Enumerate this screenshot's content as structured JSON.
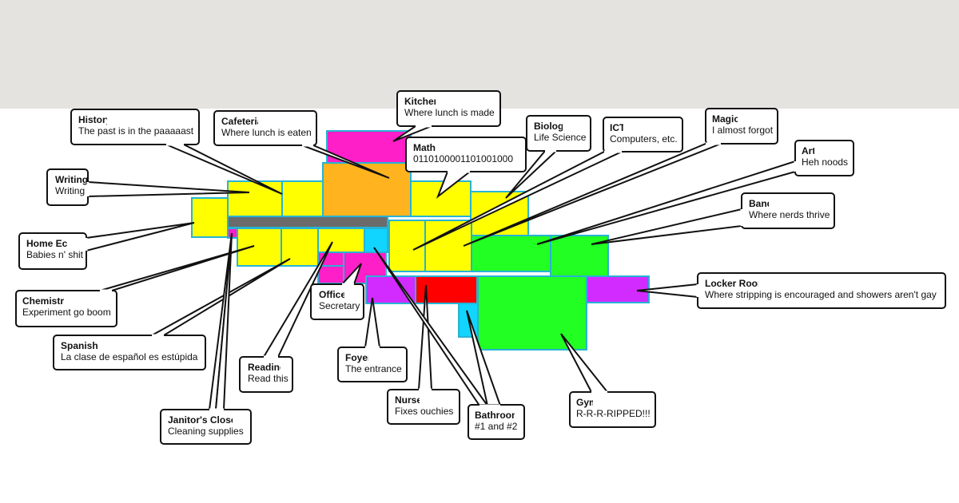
{
  "colors": {
    "yellow": "#ffff00",
    "orange": "#ffb31f",
    "magenta": "#ff1fc8",
    "purple": "#d22bff",
    "green": "#22ff22",
    "red": "#ff0000",
    "cyan": "#11d4ff",
    "hallway": "#6b6b6b",
    "room_border": "#27b3d4",
    "band": "#e4e3df"
  },
  "rooms": [
    {
      "id": "history",
      "color": "yellow"
    },
    {
      "id": "cafeteria",
      "color": "yellow"
    },
    {
      "id": "kitchen",
      "color": "magenta"
    },
    {
      "id": "cafeteria-main",
      "color": "orange"
    },
    {
      "id": "math",
      "color": "yellow"
    },
    {
      "id": "biology",
      "color": "yellow"
    },
    {
      "id": "home-ec",
      "color": "yellow"
    },
    {
      "id": "hallway",
      "color": "hallway"
    },
    {
      "id": "janitors-closet",
      "color": "magenta"
    },
    {
      "id": "chemistry",
      "color": "yellow"
    },
    {
      "id": "spanish",
      "color": "yellow"
    },
    {
      "id": "reading",
      "color": "yellow"
    },
    {
      "id": "restroom-upper",
      "color": "cyan"
    },
    {
      "id": "office-small-1",
      "color": "magenta"
    },
    {
      "id": "office-small-2",
      "color": "magenta"
    },
    {
      "id": "office",
      "color": "magenta"
    },
    {
      "id": "ict",
      "color": "yellow"
    },
    {
      "id": "magic",
      "color": "yellow"
    },
    {
      "id": "art",
      "color": "green"
    },
    {
      "id": "band",
      "color": "green"
    },
    {
      "id": "foyer",
      "color": "purple"
    },
    {
      "id": "nurse",
      "color": "red"
    },
    {
      "id": "bathroom",
      "color": "cyan"
    },
    {
      "id": "gym",
      "color": "green"
    },
    {
      "id": "locker-room",
      "color": "purple"
    }
  ],
  "callouts": [
    {
      "id": "history",
      "title": "History",
      "desc": "The past is in the paaaaast"
    },
    {
      "id": "cafeteria",
      "title": "Cafeteria",
      "desc": "Where lunch is eaten"
    },
    {
      "id": "kitchen",
      "title": "Kitchen",
      "desc": "Where lunch is made"
    },
    {
      "id": "math",
      "title": "Math",
      "desc": "0110100001101001000"
    },
    {
      "id": "biology",
      "title": "Biology",
      "desc": "Life Science"
    },
    {
      "id": "ict",
      "title": "ICT",
      "desc": "Computers, etc."
    },
    {
      "id": "magic",
      "title": "Magic",
      "desc": "I almost forgot"
    },
    {
      "id": "art",
      "title": "Art",
      "desc": "Heh noods"
    },
    {
      "id": "writing",
      "title": "Writing",
      "desc": "Writing"
    },
    {
      "id": "band",
      "title": "Band",
      "desc": "Where nerds thrive"
    },
    {
      "id": "home-ec",
      "title": "Home Ec",
      "desc": "Babies n' shit"
    },
    {
      "id": "locker-room",
      "title": "Locker Room",
      "desc": "Where stripping is encouraged and showers aren't gay"
    },
    {
      "id": "chemistry",
      "title": "Chemistry",
      "desc": "Experiment go boom"
    },
    {
      "id": "office",
      "title": "Office",
      "desc": "Secretary"
    },
    {
      "id": "spanish",
      "title": "Spanish",
      "desc": "La clase de español es estúpida"
    },
    {
      "id": "reading",
      "title": "Reading",
      "desc": "Read this"
    },
    {
      "id": "foyer",
      "title": "Foyer",
      "desc": "The entrance"
    },
    {
      "id": "nurse",
      "title": "Nurse",
      "desc": "Fixes ouchies"
    },
    {
      "id": "bathroom",
      "title": "Bathroom",
      "desc": "#1 and #2"
    },
    {
      "id": "gym",
      "title": "Gym",
      "desc": "R-R-R-RIPPED!!!"
    },
    {
      "id": "janitors-closet",
      "title": "Janitor's Closet",
      "desc": "Cleaning supplies"
    }
  ]
}
